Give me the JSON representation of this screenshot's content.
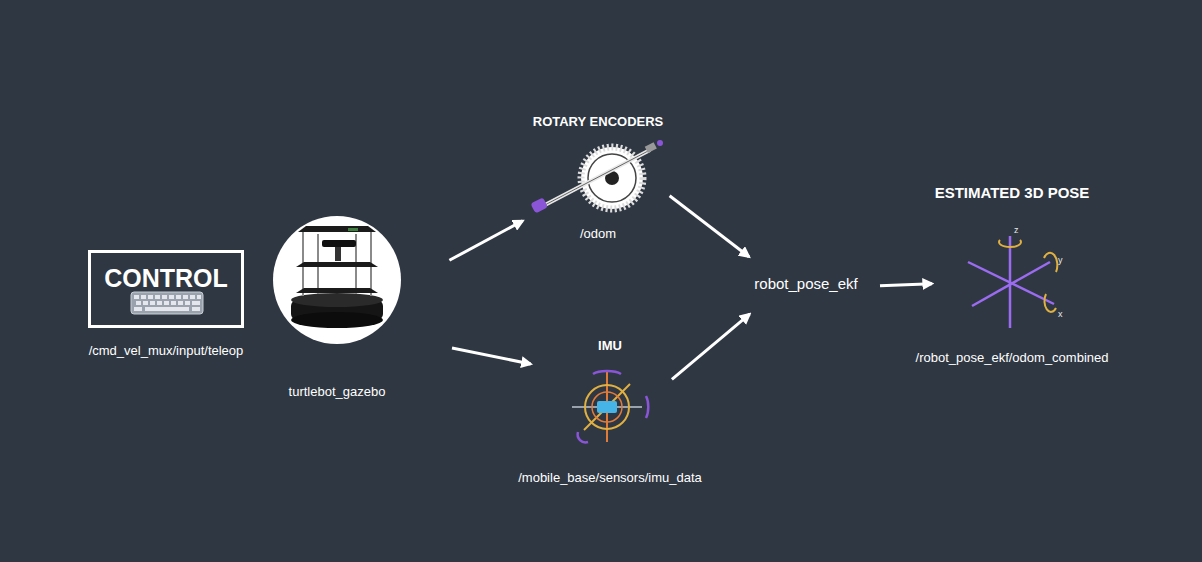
{
  "diagram": {
    "nodes": [
      {
        "text": [
          "CONTROL",
          "/cmd_vel_mux/input/teleop"
        ]
      },
      {
        "text": [
          "turtlebot_gazebo"
        ]
      },
      {
        "text": [
          "ROTARY ENCODERS",
          "/odom"
        ]
      },
      {
        "text": [
          "IMU",
          "/mobile_base/sensors/imu_data"
        ]
      },
      {
        "text": [
          "robot_pose_ekf"
        ]
      },
      {
        "text": [
          "ESTIMATED 3D POSE",
          "/robot_pose_ekf/odom_combined"
        ]
      }
    ],
    "edges": [
      {
        "from": 1,
        "to": 2,
        "arrow": "to"
      },
      {
        "from": 1,
        "to": 3,
        "arrow": "to"
      },
      {
        "from": 2,
        "to": 4,
        "arrow": "to"
      },
      {
        "from": 3,
        "to": 4,
        "arrow": "to"
      },
      {
        "from": 4,
        "to": 5,
        "arrow": "to"
      }
    ],
    "labels": [
      "z",
      "y",
      "x"
    ]
  }
}
